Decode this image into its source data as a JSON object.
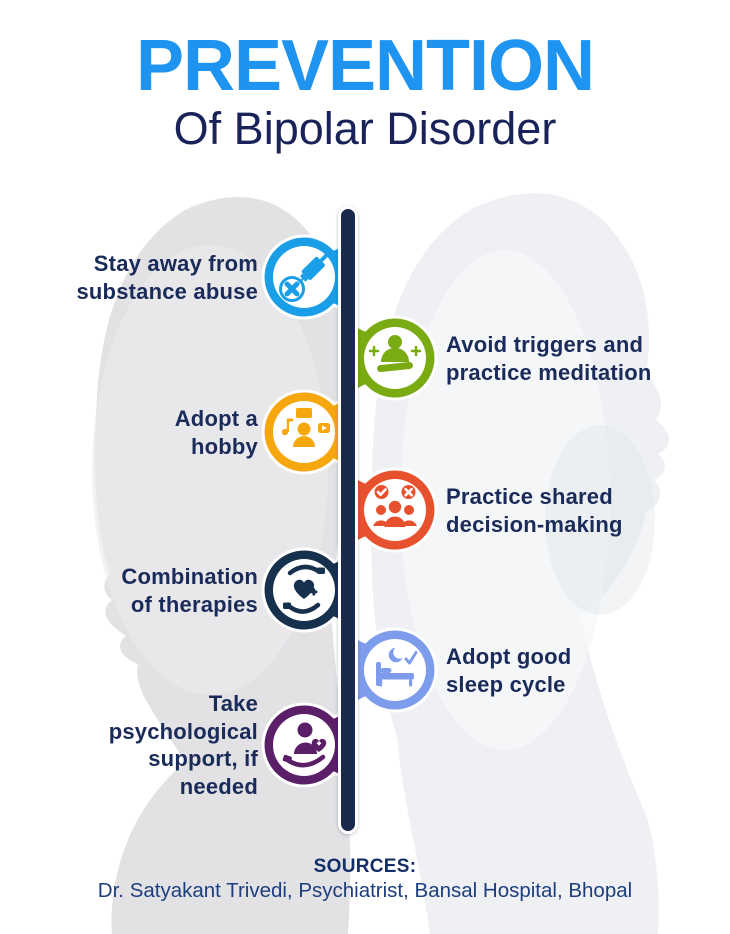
{
  "title": {
    "line1": "PREVENTION",
    "line2": "Of Bipolar Disorder",
    "color_primary": "#1e93f0",
    "color_secondary": "#1a2359"
  },
  "background": {
    "left_head_color": "#e2e2e5",
    "right_head_color": "#eef0f3"
  },
  "timeline": {
    "spine_color": "#1b2a4c",
    "label_color": "#1a2b5a",
    "items": [
      {
        "label": "Stay away from\nsubstance abuse",
        "side": "left",
        "color": "#1a9ee8",
        "icon": "no-substance-syringe-icon"
      },
      {
        "label": "Avoid triggers and\npractice meditation",
        "side": "right",
        "color": "#7aab12",
        "icon": "meditation-icon"
      },
      {
        "label": "Adopt a\nhobby",
        "side": "left",
        "color": "#f6a70d",
        "icon": "hobby-icon"
      },
      {
        "label": "Practice shared\ndecision-making",
        "side": "right",
        "color": "#e8512e",
        "icon": "shared-decision-icon"
      },
      {
        "label": "Combination\nof therapies",
        "side": "left",
        "color": "#17304e",
        "icon": "therapies-hands-heart-icon"
      },
      {
        "label": "Adopt good\nsleep cycle",
        "side": "right",
        "color": "#7d9cec",
        "icon": "sleep-bed-icon"
      },
      {
        "label": "Take\npsychological\nsupport, if\nneeded",
        "side": "left",
        "color": "#5b1f68",
        "icon": "psychological-support-icon"
      }
    ]
  },
  "footer": {
    "sources_label": "SOURCES:",
    "sources_text": "Dr. Satyakant Trivedi, Psychiatrist, Bansal Hospital, Bhopal"
  }
}
